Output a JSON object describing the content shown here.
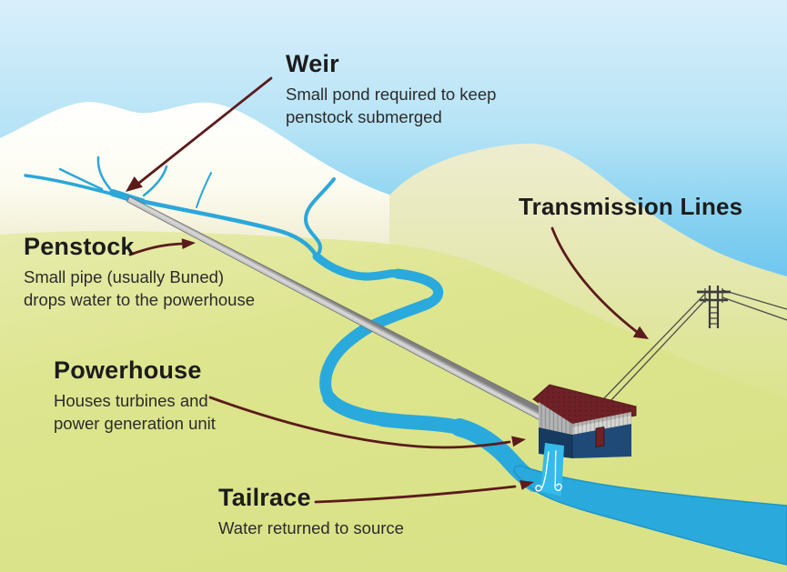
{
  "diagram": {
    "labels": {
      "weir": {
        "title": "Weir",
        "line1": "Small pond required to keep",
        "line2": "penstock submerged"
      },
      "penstock": {
        "title": "Penstock",
        "line1": "Small pipe (usually Buned)",
        "line2": "drops water to the powerhouse"
      },
      "transmission": {
        "title": "Transmission Lines"
      },
      "powerhouse": {
        "title": "Powerhouse",
        "line1": "Houses turbines and",
        "line2": "power generation unit"
      },
      "tailrace": {
        "title": "Tailrace",
        "line1": "Water returned to source"
      }
    },
    "scene_elements": [
      "weir-streams",
      "penstock-pipe",
      "river",
      "powerhouse-building",
      "tailrace-outflow",
      "transmission-tower",
      "transmission-wires",
      "mountains",
      "hills",
      "sky"
    ],
    "colors": {
      "sky_top": "#d9effb",
      "sky_bottom": "#6ac3ee",
      "mountain_white": "#ffffff",
      "hill_pale": "#efedd2",
      "hill_green": "#dde58e",
      "water": "#2aa9dc",
      "pipe_gray": "#c2c2c2",
      "roof_maroon": "#6e2126",
      "wall_navy": "#1f4a77",
      "wall_gray": "#d6d6d4",
      "arrow": "#5b1b1b",
      "text": "#1c1c1c"
    }
  }
}
